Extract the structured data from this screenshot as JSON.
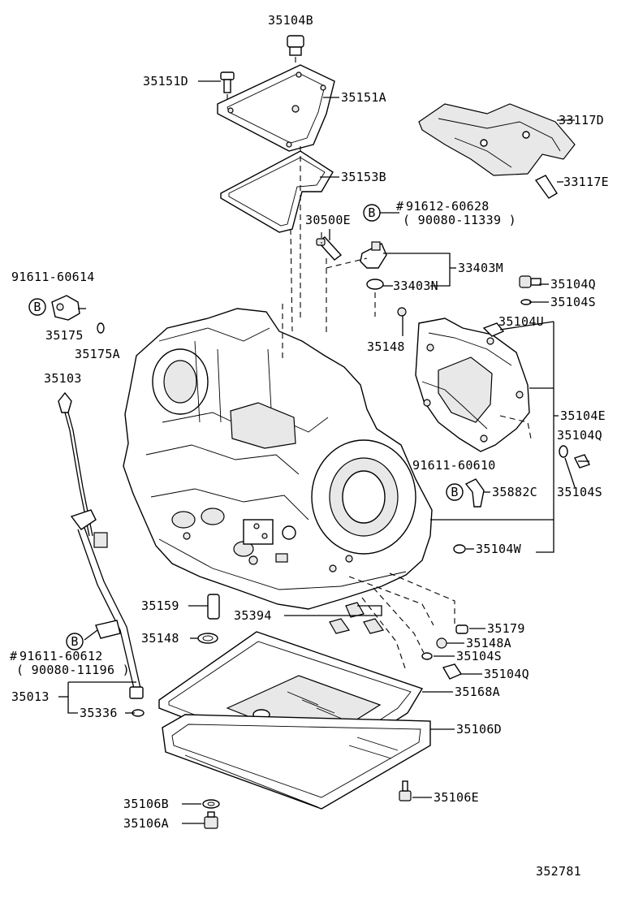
{
  "diagram_number": "352781",
  "markers": {
    "b": "B",
    "hash": "#"
  },
  "labels": {
    "p35104B": "35104B",
    "p35151D": "35151D",
    "p35151A": "35151A",
    "p33117D": "33117D",
    "p35153B": "35153B",
    "p33117E": "33117E",
    "p91612_60628": "91612-60628",
    "p90080_11339": "( 90080-11339 )",
    "p30500E": "30500E",
    "p33403M": "33403M",
    "p33403N": "33403N",
    "p91611_60614": "91611-60614",
    "p35104Q_a": "35104Q",
    "p35104S_a": "35104S",
    "p35175": "35175",
    "p35175A": "35175A",
    "p35104U": "35104U",
    "p35148_a": "35148",
    "p35103": "35103",
    "p35104E": "35104E",
    "p35104Q_b": "35104Q",
    "p91611_60610": "91611-60610",
    "p35882C": "35882C",
    "p35104S_b": "35104S",
    "p35104W": "35104W",
    "p35159": "35159",
    "p35394": "35394",
    "p35179": "35179",
    "p35148": "35148",
    "p35148A": "35148A",
    "p35104S_c": "35104S",
    "p35104Q_c": "35104Q",
    "p91611_60612": "91611-60612",
    "p90080_11196": "( 90080-11196 )",
    "p35168A": "35168A",
    "p35013": "35013",
    "p35336": "35336",
    "p35106D": "35106D",
    "p35106E": "35106E",
    "p35106B": "35106B",
    "p35106A": "35106A"
  }
}
